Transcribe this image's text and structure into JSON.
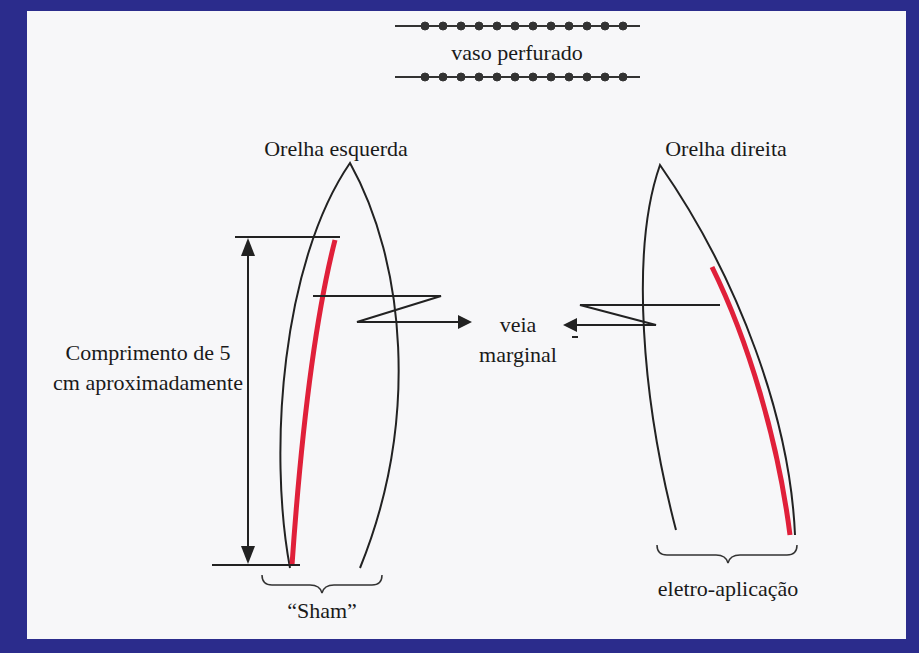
{
  "diagram": {
    "labels": [
      "vaso perfurado",
      "Orelha esquerda",
      "Orelha direita",
      "Comprimento de 5 cm aproximadamente",
      "veia marginal",
      "“Sham”",
      "eletro-aplicação"
    ]
  }
}
